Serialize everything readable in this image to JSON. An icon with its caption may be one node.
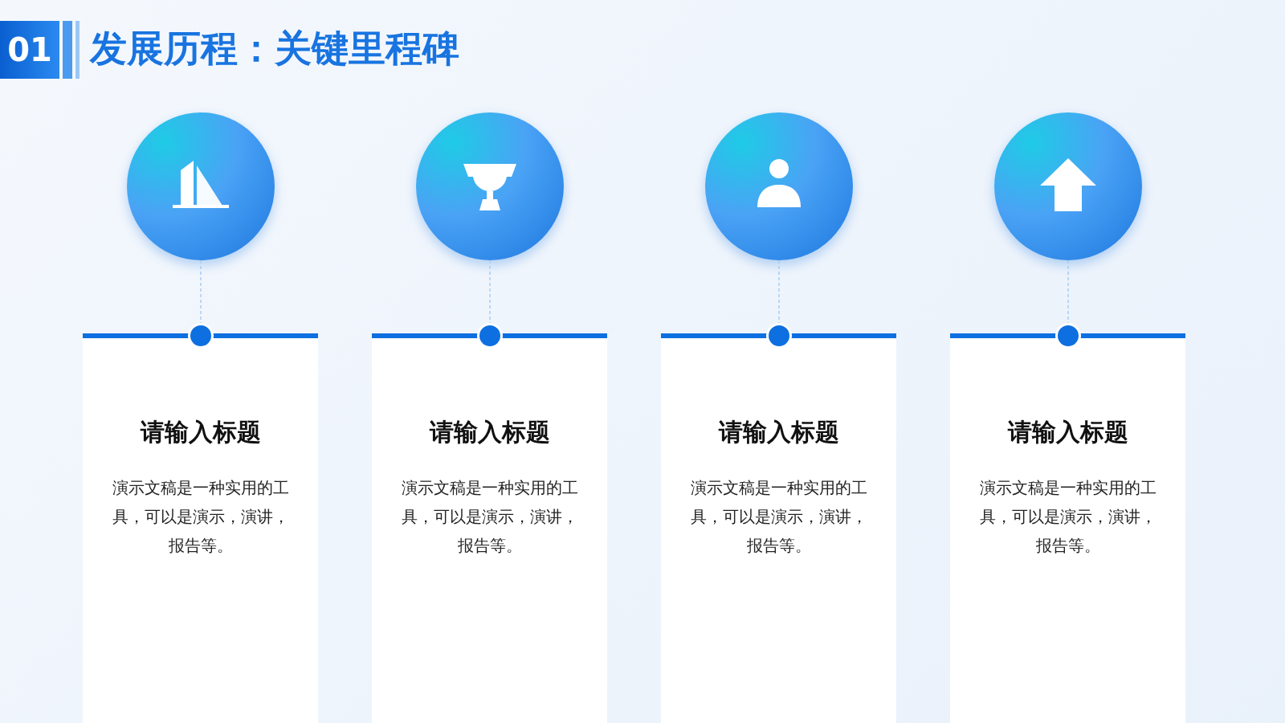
{
  "diagram": {
    "title": "发展历程：关键里程碑",
    "nodes": [
      {
        "text": [],
        "shape": "circle"
      },
      {
        "text": [],
        "shape": "circle"
      },
      {
        "text": [],
        "shape": "circle"
      },
      {
        "text": [],
        "shape": "circle"
      },
      {
        "text": [],
        "shape": "circle"
      },
      {
        "text": [],
        "shape": "circle"
      },
      {
        "text": [],
        "shape": "circle"
      },
      {
        "text": [],
        "shape": "circle"
      },
      {
        "text": [
          "请输入标题",
          "演示文稿是一种实用的工具，可以是演示，演讲，报告等。"
        ]
      },
      {
        "text": [
          "请输入标题",
          "演示文稿是一种实用的工具，可以是演示，演讲，报告等。"
        ]
      },
      {
        "text": [
          "请输入标题",
          "演示文稿是一种实用的工具，可以是演示，演讲，报告等。"
        ]
      },
      {
        "text": [
          "请输入标题",
          "演示文稿是一种实用的工具，可以是演示，演讲，报告等。"
        ]
      }
    ],
    "edges": [
      {
        "from": 0,
        "to": 4,
        "arrow": "none",
        "style": "dashed"
      },
      {
        "from": 1,
        "to": 5,
        "arrow": "none",
        "style": "dashed"
      },
      {
        "from": 2,
        "to": 6,
        "arrow": "none",
        "style": "dashed"
      },
      {
        "from": 3,
        "to": 7,
        "arrow": "none",
        "style": "dashed"
      }
    ],
    "labels": [
      "01"
    ]
  }
}
